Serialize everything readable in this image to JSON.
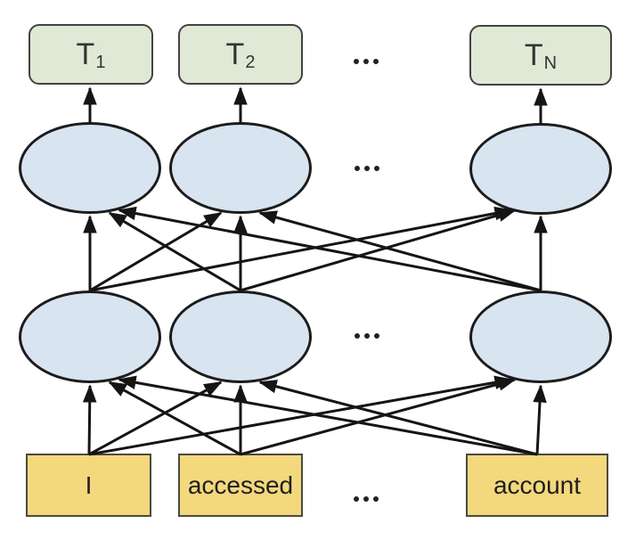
{
  "diagram": {
    "type": "neural-network-diagram",
    "output_layer": {
      "nodes": [
        {
          "label_base": "T",
          "label_sub": "1"
        },
        {
          "label_base": "T",
          "label_sub": "2"
        },
        {
          "label_base": "T",
          "label_sub": "N"
        }
      ],
      "ellipsis": "...",
      "fill": "#dfe9d6",
      "border_color": "#424242"
    },
    "hidden_layer_top": {
      "visible_node_count": 3,
      "ellipsis": "...",
      "fill": "#d9e4f1",
      "border_color": "#1c1c1c"
    },
    "hidden_layer_bottom": {
      "visible_node_count": 3,
      "ellipsis": "...",
      "fill": "#d9e4f1",
      "border_color": "#1c1c1c"
    },
    "input_layer": {
      "tokens": [
        "I",
        "accessed",
        "account"
      ],
      "ellipsis": "...",
      "fill": "#f4d87e",
      "border_color": "#4a4a3f"
    },
    "connections": {
      "input_to_hidden_bottom": "fully-connected",
      "hidden_bottom_to_hidden_top": "fully-connected",
      "hidden_top_to_output": "one-to-one"
    },
    "arrow_color": "#151515"
  }
}
